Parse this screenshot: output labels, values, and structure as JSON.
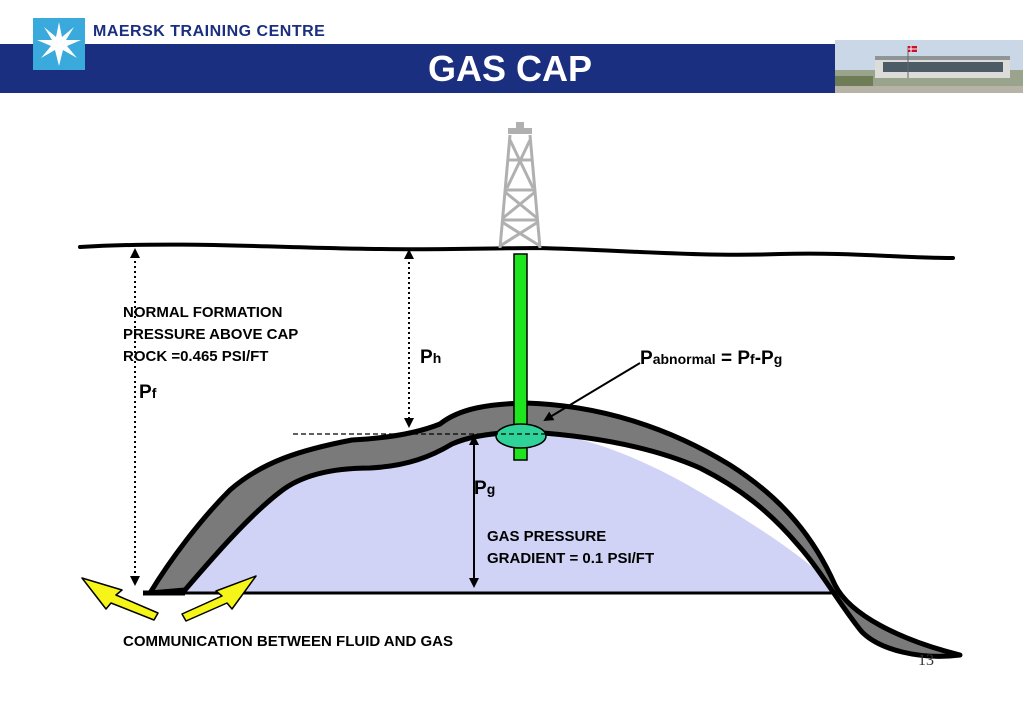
{
  "header": {
    "brand": "MAERSK TRAINING CENTRE",
    "title": "GAS CAP"
  },
  "labels": {
    "normal_formation": [
      "NORMAL FORMATION",
      "PRESSURE ABOVE CAP",
      "ROCK =0.465 PSI/FT"
    ],
    "pf_main": "P",
    "pf_sub": "f",
    "ph_main": "P",
    "ph_sub": "h",
    "pg_main": "P",
    "pg_sub": "g",
    "abnormal": {
      "p1": "P",
      "sub1": "abnormal",
      "eq": " = P",
      "sub2": "f",
      "minus": "-P",
      "sub3": "g"
    },
    "gas_pressure": [
      "GAS PRESSURE",
      "GRADIENT = 0.1 PSI/FT"
    ],
    "communication": "COMMUNICATION BETWEEN FLUID AND GAS"
  },
  "page_number": "13",
  "colors": {
    "header_band": "#1b2f80",
    "logo_bg": "#3aa9dc",
    "gas": "#d0d3f5",
    "cap_rock": "#7a7a7a",
    "well": "#1ee61e",
    "bubble": "#2fd39a",
    "arrows": "#f5f51a"
  }
}
